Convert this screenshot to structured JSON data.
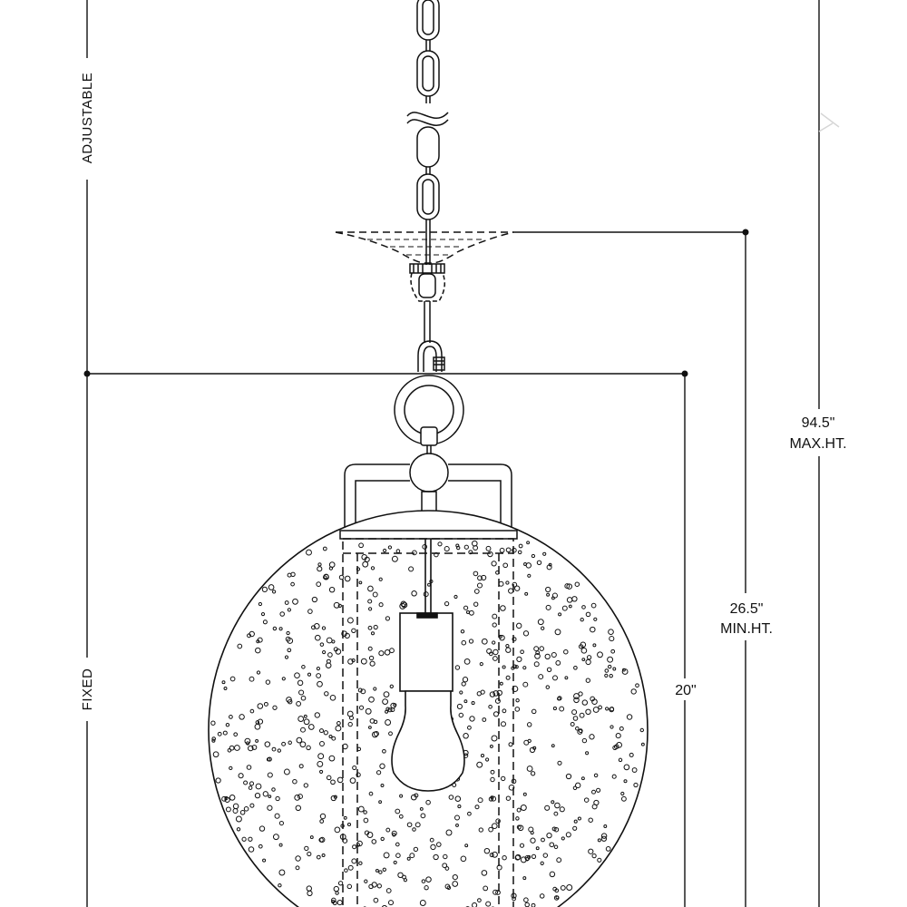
{
  "labels": {
    "adjustable": "ADJUSTABLE",
    "fixed": "FIXED",
    "max_value": "94.5\"",
    "max_label": "MAX.HT.",
    "min_value": "26.5\"",
    "min_label": "MIN.HT.",
    "body_height": "20\""
  },
  "colors": {
    "line": "#111111",
    "background": "#ffffff"
  }
}
